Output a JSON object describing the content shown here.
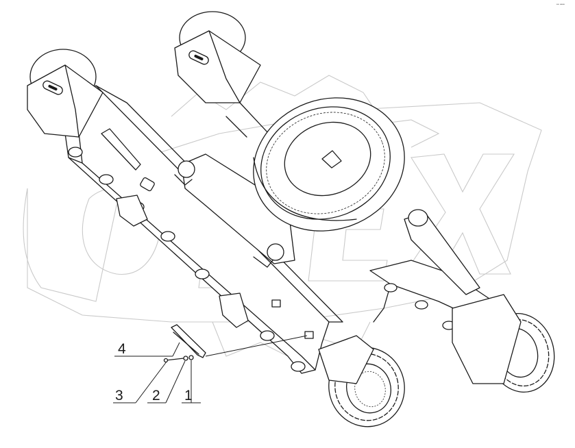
{
  "drawing": {
    "watermark_text": "OPEX",
    "corner_mark": "•• ••••"
  },
  "callouts": [
    {
      "id": "callout-4",
      "label": "4"
    },
    {
      "id": "callout-3",
      "label": "3"
    },
    {
      "id": "callout-2",
      "label": "2"
    },
    {
      "id": "callout-1",
      "label": "1"
    }
  ],
  "colors": {
    "ink": "#1a1a1a",
    "watermark": "#c9c9c9",
    "background": "#ffffff"
  }
}
